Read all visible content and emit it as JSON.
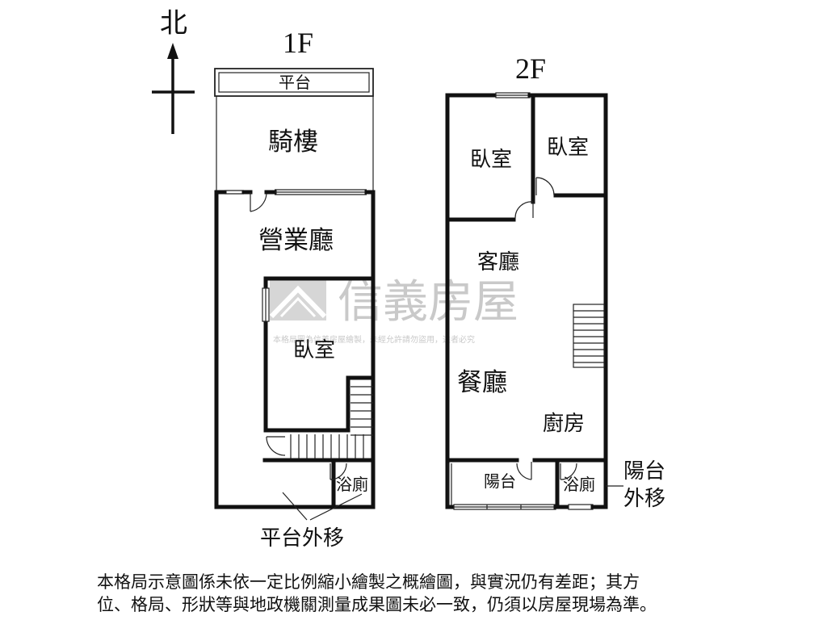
{
  "compass": {
    "north_label": "北"
  },
  "floors": [
    {
      "name": "1F",
      "rooms": {
        "platform": "平台",
        "arcade": "騎樓",
        "business_hall": "營業廳",
        "bedroom": "臥室",
        "bathroom": "浴廁"
      },
      "note": "平台外移"
    },
    {
      "name": "2F",
      "rooms": {
        "bedroom_left": "臥室",
        "bedroom_right": "臥室",
        "living_room": "客廳",
        "dining_room": "餐廳",
        "kitchen": "廚房",
        "balcony": "陽台",
        "bathroom": "浴廁"
      },
      "note_line1": "陽台",
      "note_line2": "外移"
    }
  ],
  "watermark": {
    "brand": "信義房屋",
    "notice": "本格局圖為信義房屋繪製，未經允許請勿盜用，違者必究"
  },
  "disclaimer": {
    "line1": "本格局示意圖係未依一定比例縮小繪製之概繪圖，與實況仍有差距；其方",
    "line2": "位、格局、形狀等與地政機關測量成果圖未必一致，仍須以房屋現場為準。"
  }
}
